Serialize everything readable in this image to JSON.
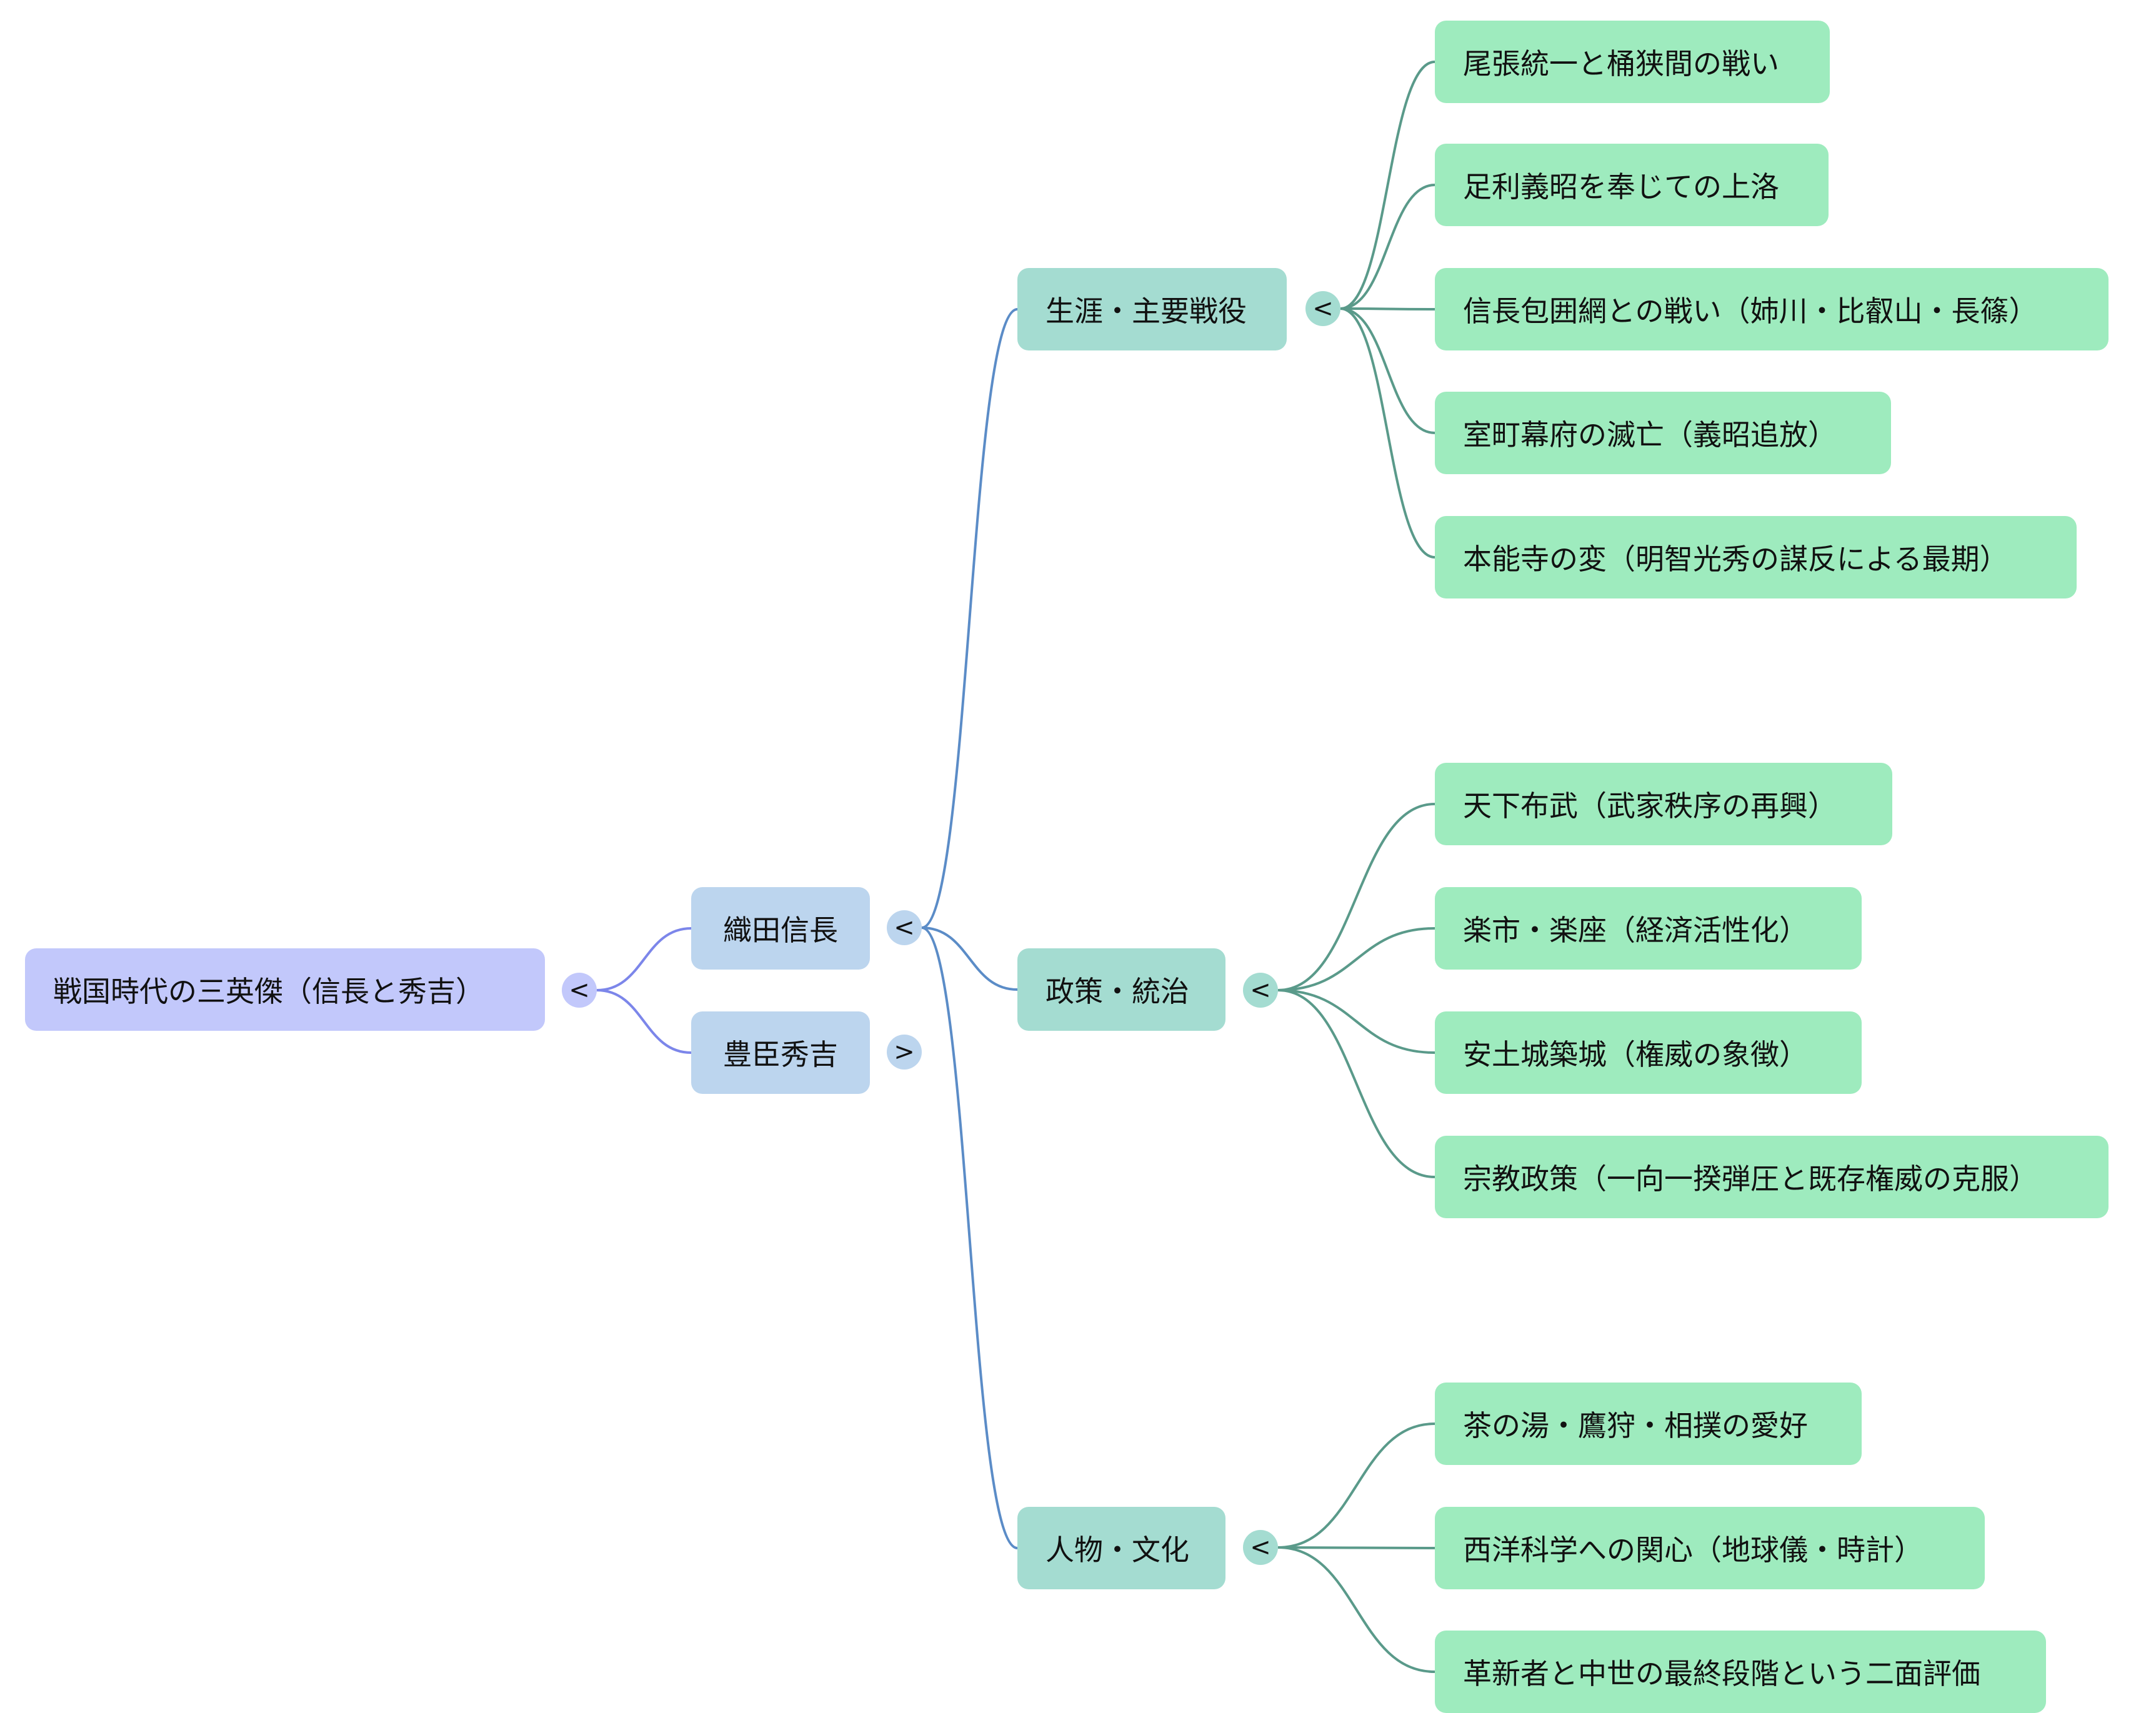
{
  "mindmap": {
    "root": {
      "label": "戦国時代の三英傑（信長と秀吉）",
      "toggle": "<"
    },
    "level1": [
      {
        "label": "織田信長",
        "toggle": "<",
        "expanded": true
      },
      {
        "label": "豊臣秀吉",
        "toggle": ">",
        "expanded": false
      }
    ],
    "nobunaga": {
      "branches": [
        {
          "label": "生涯・主要戦役",
          "toggle": "<",
          "items": [
            "尾張統一と桶狭間の戦い",
            "足利義昭を奉じての上洛",
            "信長包囲網との戦い（姉川・比叡山・長篠）",
            "室町幕府の滅亡（義昭追放）",
            "本能寺の変（明智光秀の謀反による最期）"
          ]
        },
        {
          "label": "政策・統治",
          "toggle": "<",
          "items": [
            "天下布武（武家秩序の再興）",
            "楽市・楽座（経済活性化）",
            "安土城築城（権威の象徴）",
            "宗教政策（一向一揆弾圧と既存権威の克服）"
          ]
        },
        {
          "label": "人物・文化",
          "toggle": "<",
          "items": [
            "茶の湯・鷹狩・相撲の愛好",
            "西洋科学への関心（地球儀・時計）",
            "革新者と中世の最終段階という二面評価"
          ]
        }
      ]
    },
    "colors": {
      "root": "#c2c8fb",
      "level1": "#bcd5ee",
      "level2": "#a4dcd1",
      "leaf": "#9eebbe",
      "link_root": "#7c86ea",
      "link_level1": "#5b8cc7",
      "link_level2": "#5a9a8a"
    }
  }
}
